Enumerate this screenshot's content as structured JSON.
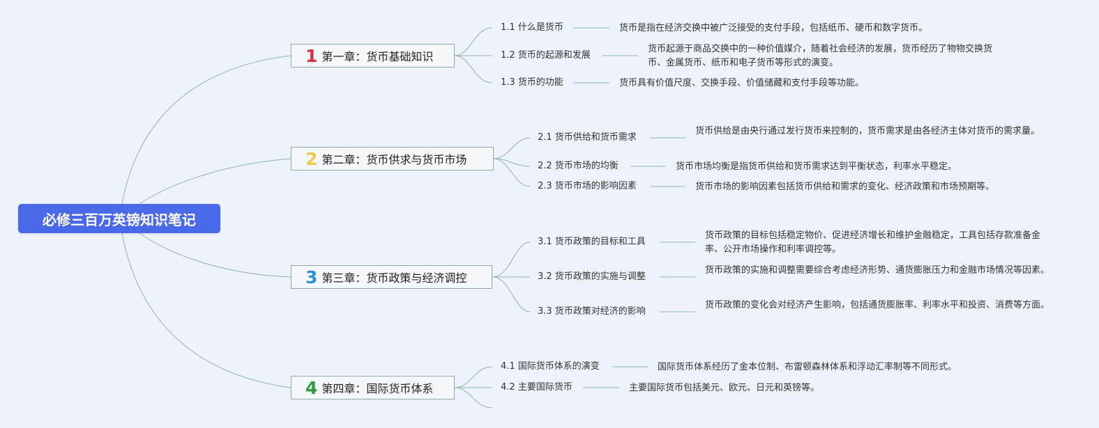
{
  "root": {
    "title": "必修三百万英镑知识笔记"
  },
  "colors": {
    "root_bg": "#4a69e8",
    "branch_line": "#8fb3ad",
    "num1": "#e0313f",
    "num2": "#f2c94c",
    "num3": "#2b8fd6",
    "num4": "#2e9e3e"
  },
  "chapters": [
    {
      "number": "1",
      "title": "第一章：货币基础知识",
      "topics": [
        {
          "label": "1.1 什么是货币",
          "desc": "货币是指在经济交换中被广泛接受的支付手段，包括纸币、硬币和数字货币。"
        },
        {
          "label": "1.2 货币的起源和发展",
          "desc": "货币起源于商品交换中的一种价值媒介，随着社会经济的发展，货币经历了物物交换货币、金属货币、纸币和电子货币等形式的演变。"
        },
        {
          "label": "1.3 货币的功能",
          "desc": "货币具有价值尺度、交换手段、价值储藏和支付手段等功能。"
        }
      ]
    },
    {
      "number": "2",
      "title": "第二章：货币供求与货币市场",
      "topics": [
        {
          "label": "2.1 货币供给和货币需求",
          "desc": "货币供给是由央行通过发行货币来控制的，货币需求是由各经济主体对货币的需求量。"
        },
        {
          "label": "2.2 货币市场的均衡",
          "desc": "货币市场均衡是指货币供给和货币需求达到平衡状态，利率水平稳定。"
        },
        {
          "label": "2.3 货币市场的影响因素",
          "desc": "货币市场的影响因素包括货币供给和需求的变化、经济政策和市场预期等。"
        }
      ]
    },
    {
      "number": "3",
      "title": "第三章：货币政策与经济调控",
      "topics": [
        {
          "label": "3.1 货币政策的目标和工具",
          "desc": "货币政策的目标包括稳定物价、促进经济增长和维护金融稳定，工具包括存款准备金率、公开市场操作和利率调控等。"
        },
        {
          "label": "3.2 货币政策的实施与调整",
          "desc": "货币政策的实施和调整需要综合考虑经济形势、通货膨胀压力和金融市场情况等因素。"
        },
        {
          "label": "3.3 货币政策对经济的影响",
          "desc": "货币政策的变化会对经济产生影响，包括通货膨胀率、利率水平和投资、消费等方面。"
        }
      ]
    },
    {
      "number": "4",
      "title": "第四章：国际货币体系",
      "topics": [
        {
          "label": "4.1 国际货币体系的演变",
          "desc": "国际货币体系经历了金本位制、布雷顿森林体系和浮动汇率制等不同形式。"
        },
        {
          "label": "4.2 主要国际货币",
          "desc": "主要国际货币包括美元、欧元、日元和英镑等。"
        }
      ]
    }
  ]
}
